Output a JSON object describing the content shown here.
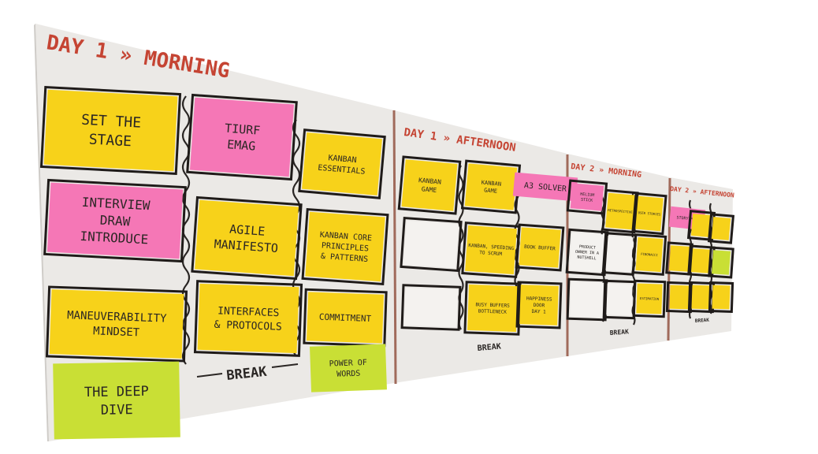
{
  "sections": [
    {
      "id": "d1m",
      "title": "DAY 1 » MORNING"
    },
    {
      "id": "d1a",
      "title": "DAY 1 » AFTERNOON"
    },
    {
      "id": "d2m",
      "title": "DAY 2 » MORNING"
    },
    {
      "id": "d2a",
      "title": "DAY 2 » AFTERNOON"
    }
  ],
  "breaks": [
    "BREAK",
    "BREAK",
    "BREAK",
    "BREAK"
  ],
  "colors": {
    "yellow": "#f7d21a",
    "pink": "#f577b6",
    "lime": "#c9df35",
    "white": "#f4f2ef",
    "red_marker": "#c54433",
    "frame": "#1f1b19"
  },
  "notes": [
    {
      "id": "n1",
      "text": [
        "SET THE",
        "STAGE"
      ],
      "color": "yellow"
    },
    {
      "id": "n2",
      "text": [
        "INTERVIEW",
        "DRAW",
        "INTRODUCE"
      ],
      "color": "pink"
    },
    {
      "id": "n3",
      "text": [
        "MANEUVERABILITY",
        "MINDSET"
      ],
      "color": "yellow"
    },
    {
      "id": "n4",
      "text": [
        "THE DEEP",
        "DIVE"
      ],
      "color": "lime"
    },
    {
      "id": "n5",
      "text": [
        "TIURF",
        "EMAG"
      ],
      "color": "pink"
    },
    {
      "id": "n6",
      "text": [
        "AGILE",
        "MANIFESTO"
      ],
      "color": "yellow"
    },
    {
      "id": "n7",
      "text": [
        "INTERFACES",
        "& PROTOCOLS"
      ],
      "color": "yellow"
    },
    {
      "id": "n8",
      "text": [
        "KANBAN",
        "ESSENTIALS"
      ],
      "color": "yellow"
    },
    {
      "id": "n9",
      "text": [
        "KANBAN CORE",
        "PRINCIPLES",
        "& PATTERNS"
      ],
      "color": "yellow"
    },
    {
      "id": "n10",
      "text": [
        "COMMITMENT"
      ],
      "color": "yellow"
    },
    {
      "id": "n11",
      "text": [
        "POWER OF",
        "WORDS"
      ],
      "color": "lime"
    },
    {
      "id": "n12",
      "text": [
        "KANBAN",
        "GAME"
      ],
      "color": "yellow"
    },
    {
      "id": "n13",
      "text": [],
      "color": "white"
    },
    {
      "id": "n14",
      "text": [],
      "color": "white"
    },
    {
      "id": "n15",
      "text": [
        "KANBAN",
        "GAME"
      ],
      "color": "yellow"
    },
    {
      "id": "n16",
      "text": [
        "A3 SOLVER"
      ],
      "color": "pink"
    },
    {
      "id": "n17",
      "text": [
        "KANBAN, SPEEDING",
        "TO SCRUM"
      ],
      "color": "yellow"
    },
    {
      "id": "n18",
      "text": [
        "BOOK BUFFER"
      ],
      "color": "yellow"
    },
    {
      "id": "n19",
      "text": [
        "BUSY BUFFERS",
        "BOTTLENECK"
      ],
      "color": "yellow"
    },
    {
      "id": "n20",
      "text": [
        "HAPPINESS",
        "DOOR",
        "DAY 1"
      ],
      "color": "yellow"
    },
    {
      "id": "n21",
      "text": [
        "HELIUM",
        "STICK"
      ],
      "color": "pink"
    },
    {
      "id": "n22",
      "text": [
        "RETROSPECTIVE"
      ],
      "color": "yellow"
    },
    {
      "id": "n23",
      "text": [
        "USER STORIES"
      ],
      "color": "yellow"
    },
    {
      "id": "n24",
      "text": [
        "PRODUCT",
        "OWNER IN A",
        "NUTSHELL"
      ],
      "color": "white"
    },
    {
      "id": "n25",
      "text": [],
      "color": "white"
    },
    {
      "id": "n26",
      "text": [
        "FIBONACCI"
      ],
      "color": "yellow"
    },
    {
      "id": "n27",
      "text": [],
      "color": "white"
    },
    {
      "id": "n28",
      "text": [],
      "color": "white"
    },
    {
      "id": "n29",
      "text": [
        "ESTIMATION"
      ],
      "color": "yellow"
    },
    {
      "id": "n30",
      "text": [
        "STORY MAP"
      ],
      "color": "pink"
    },
    {
      "id": "n31",
      "text": [],
      "color": "yellow"
    },
    {
      "id": "n32",
      "text": [],
      "color": "yellow"
    },
    {
      "id": "n33",
      "text": [],
      "color": "yellow"
    },
    {
      "id": "n34",
      "text": [],
      "color": "yellow"
    },
    {
      "id": "n35",
      "text": [],
      "color": "lime"
    },
    {
      "id": "n36",
      "text": [],
      "color": "yellow"
    },
    {
      "id": "n37",
      "text": [],
      "color": "yellow"
    },
    {
      "id": "n38",
      "text": [],
      "color": "yellow"
    }
  ]
}
